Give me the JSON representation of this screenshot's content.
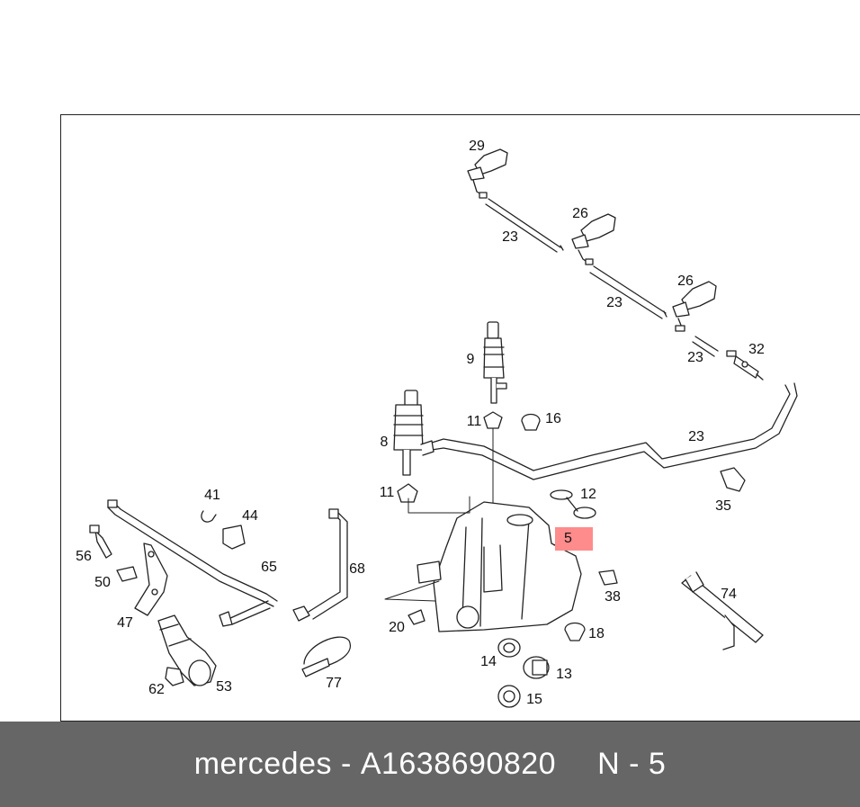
{
  "diagram": {
    "callouts": {
      "c29": "29",
      "c26a": "26",
      "c26b": "26",
      "c23a": "23",
      "c23b": "23",
      "c23c": "23",
      "c23d": "23",
      "c32": "32",
      "c9": "9",
      "c11a": "11",
      "c16": "16",
      "c8": "8",
      "c11b": "11",
      "c12": "12",
      "c35": "35",
      "c5": "5",
      "c41": "41",
      "c44": "44",
      "c56": "56",
      "c65": "65",
      "c68": "68",
      "c50": "50",
      "c47": "47",
      "c38": "38",
      "c74": "74",
      "c20": "20",
      "c18": "18",
      "c14": "14",
      "c13": "13",
      "c15": "15",
      "c62": "62",
      "c53": "53",
      "c77": "77"
    },
    "highlight_color": "#ff8c8c"
  },
  "footer": {
    "brand": "mercedes",
    "separator": "-",
    "part_number": "A1638690820",
    "position_label": "N - 5",
    "background": "#666666"
  }
}
